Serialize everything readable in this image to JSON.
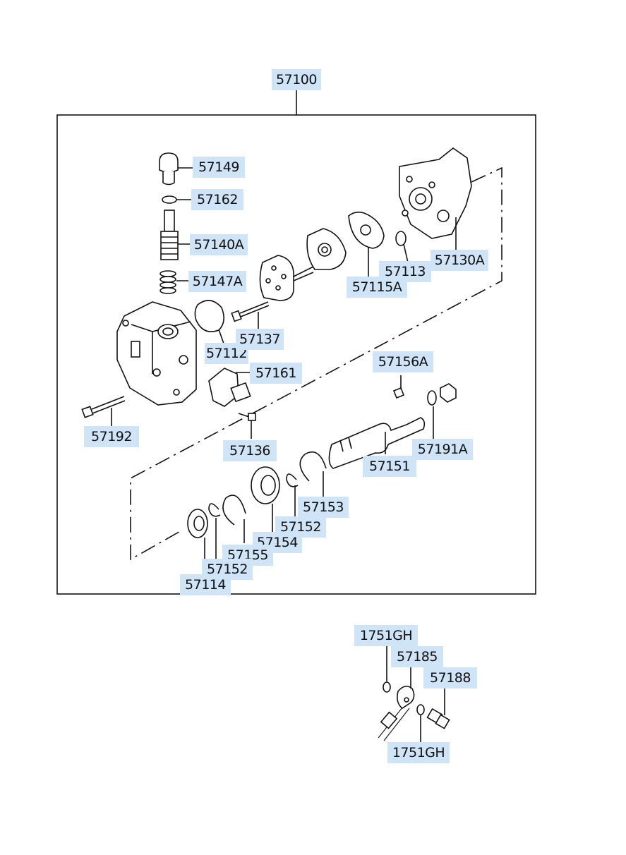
{
  "diagram": {
    "assembly_label": "57100",
    "parts": [
      "57149",
      "57162",
      "57140A",
      "57147A",
      "57112",
      "57137",
      "57161",
      "57192",
      "57136",
      "57113",
      "57130A",
      "57115A",
      "57156A",
      "57191A",
      "57151",
      "57153",
      "57152",
      "57154",
      "57155",
      "57152",
      "57114"
    ],
    "hose_parts": [
      "1751GH",
      "57185",
      "57188",
      "1751GH"
    ]
  }
}
